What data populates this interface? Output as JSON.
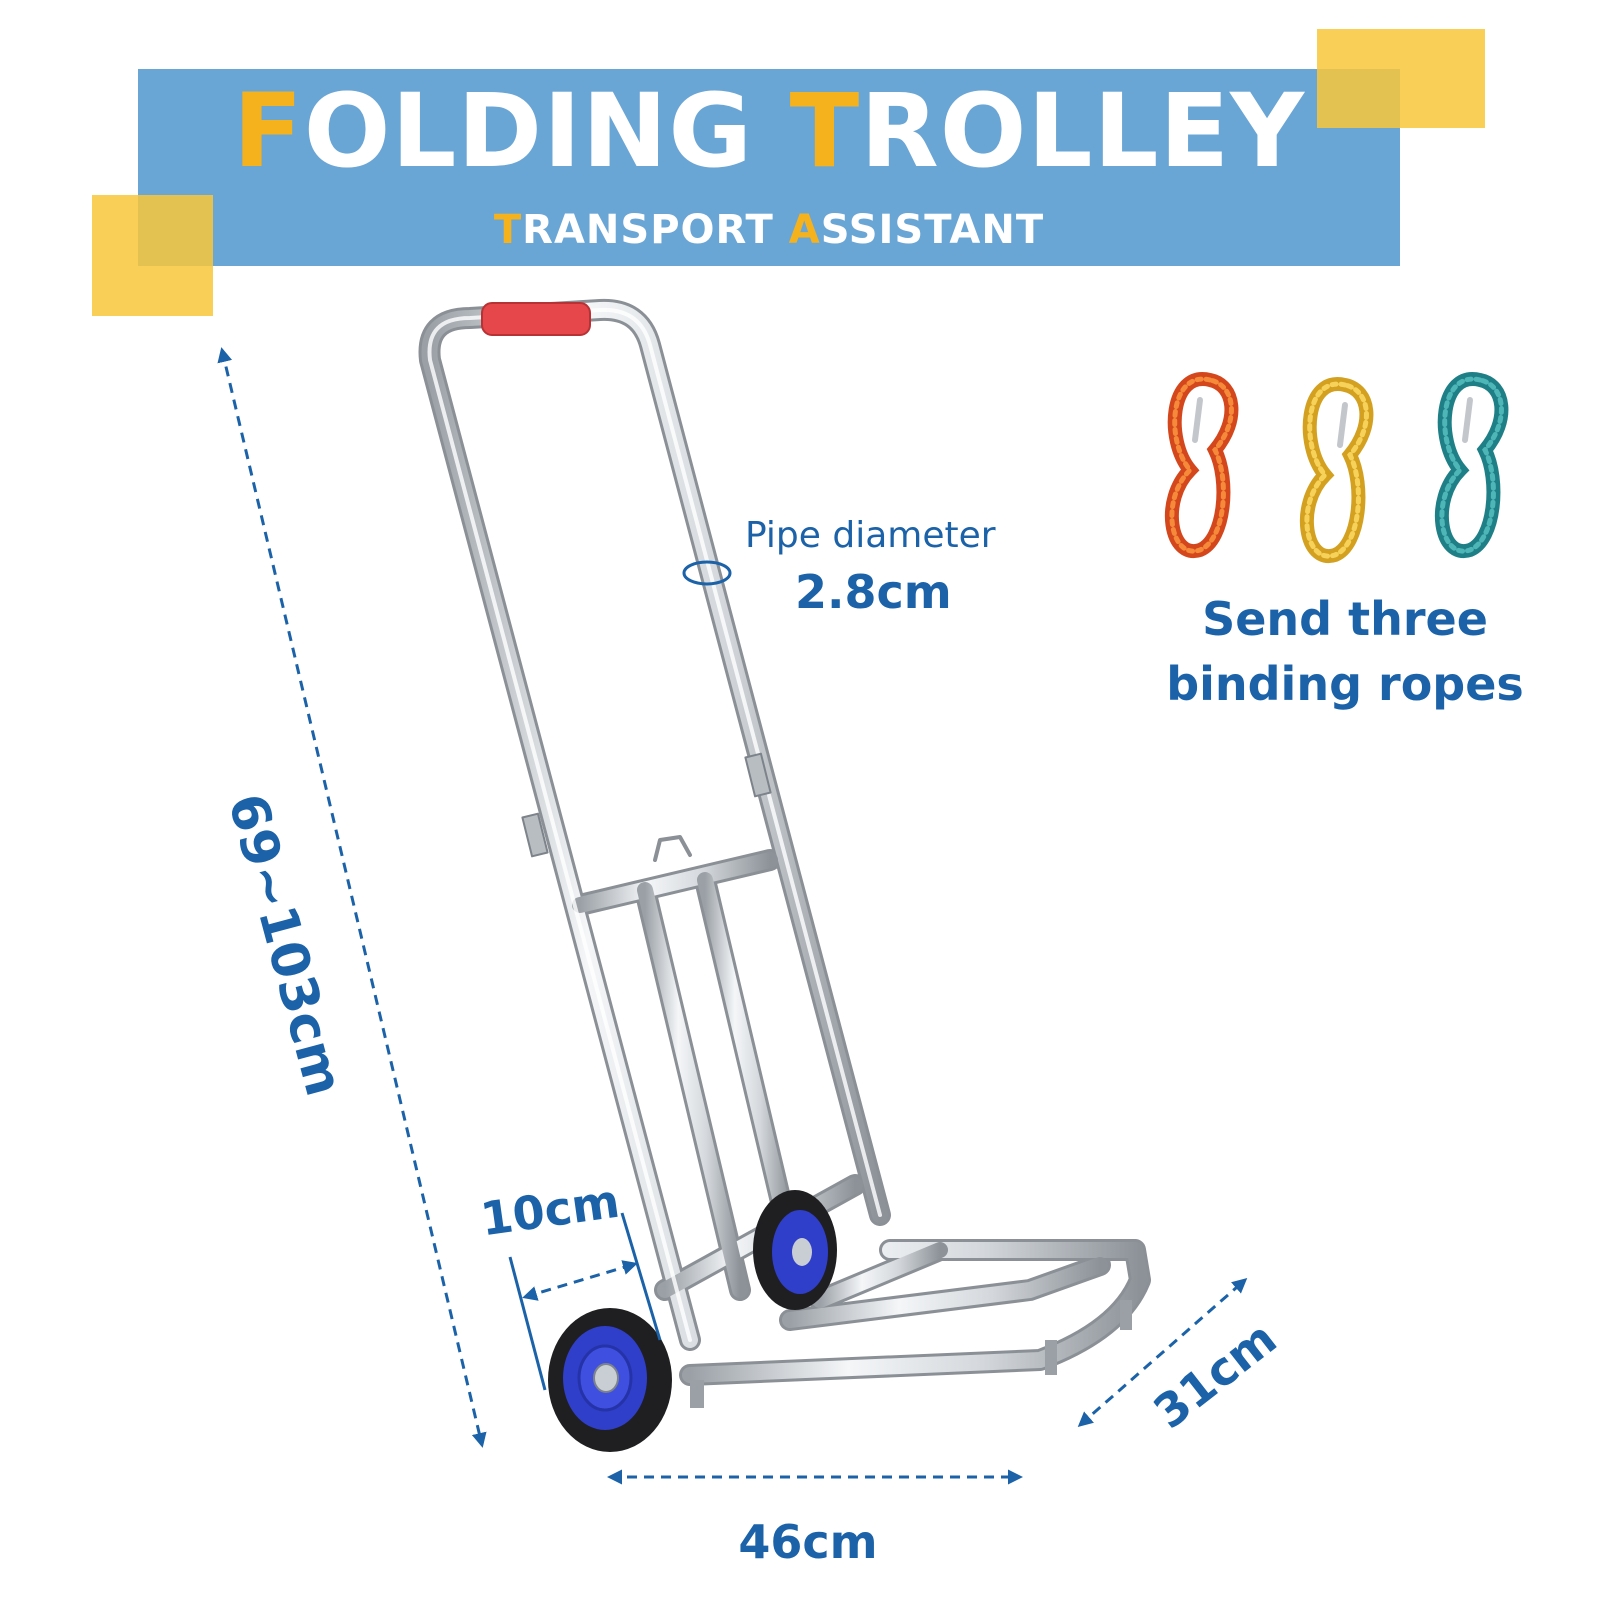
{
  "header": {
    "title_accent_1": "F",
    "title_rest_1": "OLDING ",
    "title_accent_2": "T",
    "title_rest_2": "ROLLEY",
    "subtitle_accent_1": "T",
    "subtitle_rest_1": "RANSPORT ",
    "subtitle_accent_2": "A",
    "subtitle_rest_2": "SSISTANT"
  },
  "specs": {
    "pipe_label": "Pipe diameter",
    "pipe_value": "2.8cm",
    "height": "69~103cm",
    "wheel": "10cm",
    "depth": "31cm",
    "width": "46cm"
  },
  "extras": {
    "ropes_line1": "Send three",
    "ropes_line2": "binding ropes"
  },
  "colors": {
    "banner": "#6aa6d5",
    "accent": "#f6b21c",
    "dimension_text": "#1b62a8",
    "handle_grip": "#e5474a",
    "wheel_hub": "#2f3fc9"
  }
}
